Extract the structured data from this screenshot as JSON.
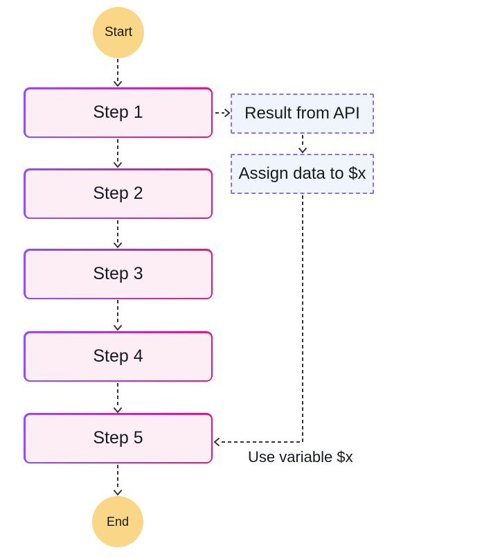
{
  "diagram": {
    "type": "flowchart",
    "start": {
      "label": "Start"
    },
    "steps": [
      {
        "label": "Step 1"
      },
      {
        "label": "Step 2"
      },
      {
        "label": "Step 3"
      },
      {
        "label": "Step 4"
      },
      {
        "label": "Step 5"
      }
    ],
    "callouts": [
      {
        "label": "Result from API"
      },
      {
        "label": "Assign data to $x"
      }
    ],
    "end": {
      "label": "End"
    },
    "edge_label": "Use variable $x",
    "edges": [
      {
        "from": "Start",
        "to": "Step 1",
        "style": "dashed-arrow"
      },
      {
        "from": "Step 1",
        "to": "Step 2",
        "style": "dashed-arrow"
      },
      {
        "from": "Step 2",
        "to": "Step 3",
        "style": "dashed-arrow"
      },
      {
        "from": "Step 3",
        "to": "Step 4",
        "style": "dashed-arrow"
      },
      {
        "from": "Step 4",
        "to": "Step 5",
        "style": "dashed-arrow"
      },
      {
        "from": "Step 5",
        "to": "End",
        "style": "dashed-arrow"
      },
      {
        "from": "Step 1",
        "to": "Result from API",
        "style": "dashed-arrow"
      },
      {
        "from": "Result from API",
        "to": "Assign data to $x",
        "style": "dashed-arrow"
      },
      {
        "from": "Assign data to $x",
        "to": "Step 5",
        "style": "dashed-arrow",
        "label": "Use variable $x"
      }
    ],
    "colors": {
      "background": "#FFFFFF",
      "terminal_fill": "#FAD786",
      "step_fill": "#FDEEF5",
      "step_border_gradient_start": "#8C4FFF",
      "step_border_gradient_end": "#E7157B",
      "callout_fill": "#F0F4FC",
      "callout_border": "#8673F4",
      "arrow": "#333333",
      "text": "#16191F"
    }
  }
}
